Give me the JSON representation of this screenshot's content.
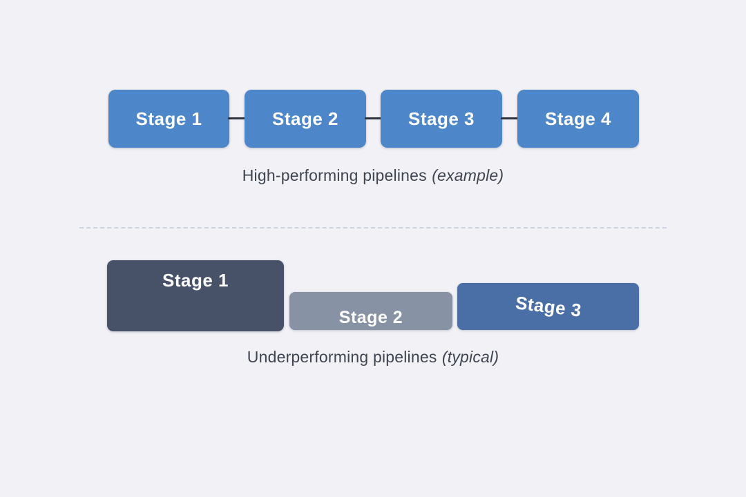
{
  "colors": {
    "background": "#f1f1f6",
    "high_stage_blue": "#4d87c9",
    "connector": "#2b303c",
    "divider": "#ccd3e3",
    "caption_text": "#3e4551",
    "stage_label_text": "#ffffff",
    "low_stage1_dark_slate": "#475269",
    "low_stage2_gray": "#8793a4",
    "low_stage3_steel_blue": "#4a6fa6"
  },
  "high_pipeline": {
    "stages": [
      {
        "label": "Stage 1"
      },
      {
        "label": "Stage 2"
      },
      {
        "label": "Stage 3"
      },
      {
        "label": "Stage 4"
      }
    ],
    "caption_text": "High-performing pipelines",
    "caption_emphasis": "(example)"
  },
  "low_pipeline": {
    "stages": [
      {
        "label": "Stage 1"
      },
      {
        "label": "Stage 2"
      },
      {
        "label": "Stage 3"
      }
    ],
    "caption_text": "Underperforming pipelines",
    "caption_emphasis": "(typical)"
  }
}
